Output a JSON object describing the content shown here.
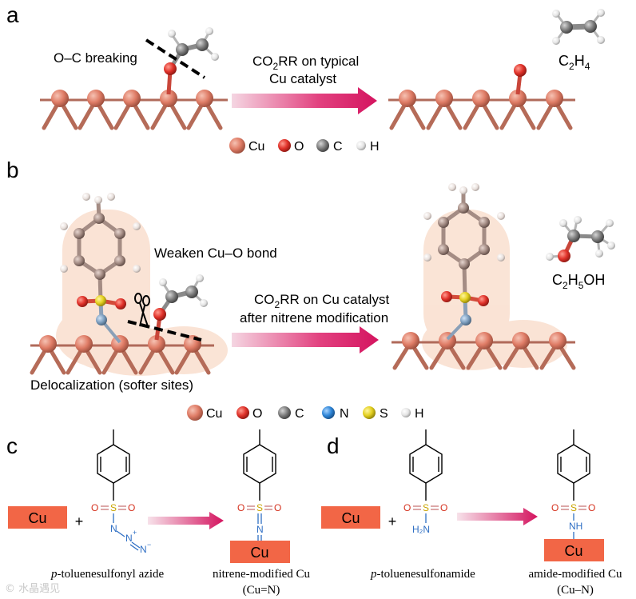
{
  "panel_a": {
    "letter": "a",
    "break_label": "O–C breaking",
    "arrow_line1": "CO",
    "arrow_line1_sub": "2",
    "arrow_line1_rest": "RR on typical",
    "arrow_line2": "Cu catalyst",
    "product_main": "C",
    "product_sub1": "2",
    "product_mid": "H",
    "product_sub2": "4"
  },
  "legend_a": {
    "items": [
      {
        "label": "Cu",
        "color": "#e07f6a"
      },
      {
        "label": "O",
        "color": "#e23a2e"
      },
      {
        "label": "C",
        "color": "#7a7a7a"
      },
      {
        "label": "H",
        "color": "#eeeeee"
      }
    ]
  },
  "panel_b": {
    "letter": "b",
    "weaken_label": "Weaken Cu–O bond",
    "arrow_line1": "CO",
    "arrow_line1_sub": "2",
    "arrow_line1_rest": "RR on  Cu catalyst",
    "arrow_line2": "after nitrene modification",
    "deloc_label": "Delocalization (softer sites)",
    "product_c": "C",
    "product_sub1": "2",
    "product_h": "H",
    "product_sub2": "5",
    "product_rest": "OH"
  },
  "legend_b": {
    "items": [
      {
        "label": "Cu",
        "color": "#e07f6a"
      },
      {
        "label": "O",
        "color": "#e23a2e"
      },
      {
        "label": "C",
        "color": "#7a7a7a"
      },
      {
        "label": "N",
        "color": "#3b8fd6"
      },
      {
        "label": "S",
        "color": "#e8d52a"
      },
      {
        "label": "H",
        "color": "#eeeeee"
      }
    ]
  },
  "panel_c": {
    "letter": "c",
    "cu_label": "Cu",
    "plus": "+",
    "reagent_name_prefix": "p",
    "reagent_name_rest": "-toluenesulfonyl azide",
    "product_cu_label": "Cu",
    "product_name_line1": "nitrene-modified Cu",
    "product_name_line2": "(Cu=N)",
    "atom_s": "S",
    "atom_o": "O",
    "atom_n": "N",
    "charge_plus": "+",
    "charge_minus": "−"
  },
  "panel_d": {
    "letter": "d",
    "cu_label": "Cu",
    "plus": "+",
    "reagent_name_prefix": "p",
    "reagent_name_rest": "-toluenesulfonamide",
    "product_cu_label": "Cu",
    "product_name_line1": "amide-modified Cu",
    "product_name_line2": "(Cu–N)",
    "atom_s": "S",
    "atom_o": "O",
    "amine_label": "H₂N",
    "nh_label": "NH"
  },
  "watermark": "© 水晶遇见"
}
